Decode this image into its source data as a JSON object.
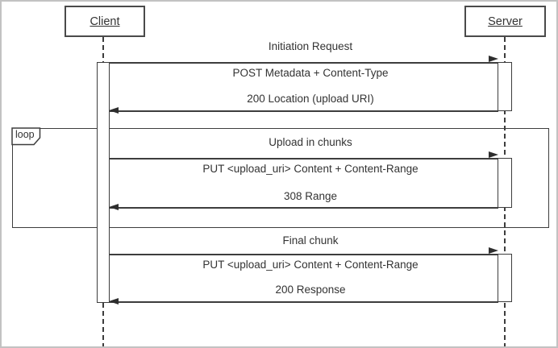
{
  "diagram": {
    "type": "uml-sequence",
    "actors": {
      "client": "Client",
      "server": "Server"
    },
    "fragment": {
      "label": "loop"
    },
    "sections": [
      {
        "title": "Initiation Request",
        "request": "POST Metadata + Content-Type",
        "response": "200 Location (upload URI)"
      },
      {
        "title": "Upload in chunks",
        "request": "PUT <upload_uri> Content + Content-Range",
        "response": "308 Range",
        "in_loop": true
      },
      {
        "title": "Final chunk",
        "request": "PUT <upload_uri> Content + Content-Range",
        "response": "200 Response"
      }
    ],
    "colors": {
      "line": "#3d3d3d",
      "text": "#333333",
      "actor_border": "#4a4a4a",
      "outer_border": "#c2c2c2",
      "background": "#ffffff"
    }
  }
}
